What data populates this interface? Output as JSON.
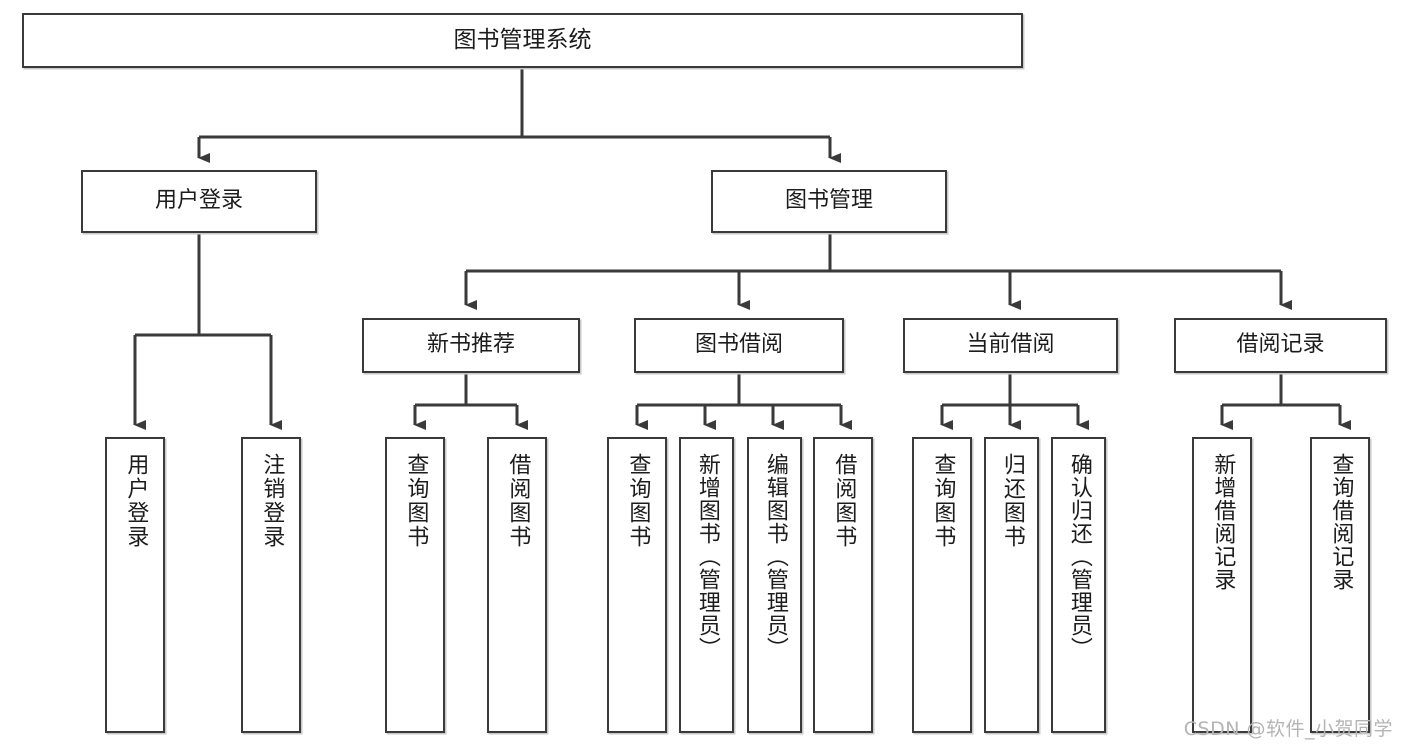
{
  "diagram": {
    "title": "图书管理系统",
    "type": "hierarchy-tree",
    "root": {
      "label": "图书管理系统"
    },
    "level2": [
      {
        "label": "用户登录"
      },
      {
        "label": "图书管理"
      }
    ],
    "level3": [
      {
        "label": "新书推荐"
      },
      {
        "label": "图书借阅"
      },
      {
        "label": "当前借阅"
      },
      {
        "label": "借阅记录"
      }
    ],
    "leaves": {
      "user_login": [
        {
          "label": "用户登录"
        },
        {
          "label": "注销登录"
        }
      ],
      "new_book": [
        {
          "label": "查询图书"
        },
        {
          "label": "借阅图书"
        }
      ],
      "book_borrow": [
        {
          "label": "查询图书"
        },
        {
          "label": "新增图书（管理员）"
        },
        {
          "label": "编辑图书（管理员）"
        },
        {
          "label": "借阅图书"
        }
      ],
      "current_borrow": [
        {
          "label": "查询图书"
        },
        {
          "label": "归还图书"
        },
        {
          "label": "确认归还（管理员）"
        }
      ],
      "borrow_record": [
        {
          "label": "新增借阅记录"
        },
        {
          "label": "查询借阅记录"
        }
      ]
    }
  },
  "watermark": {
    "text": "CSDN @软件_小贺同学"
  },
  "colors": {
    "border": "#3a3a3a",
    "background": "#ffffff",
    "text": "#1c1c1c",
    "edge": "#3a3a3a",
    "watermark": "#b4b4b4"
  }
}
